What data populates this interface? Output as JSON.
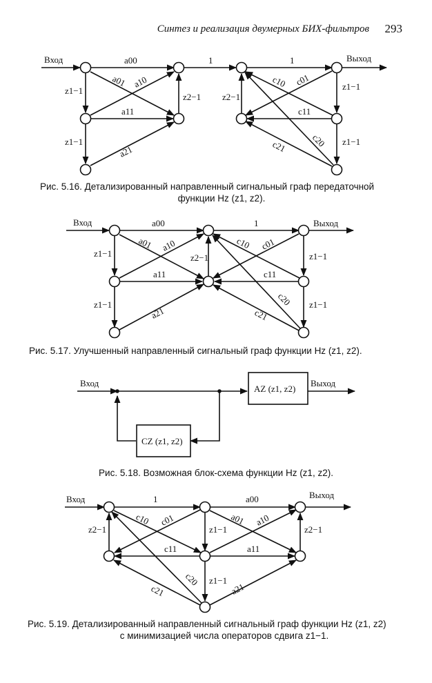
{
  "header": {
    "running_head": "Синтез и реализация двумерных БИХ-фильтров",
    "page_number": "293"
  },
  "labels": {
    "input": "Вход",
    "output": "Выход",
    "one": "1",
    "a00": "a00",
    "a01": "a01",
    "a10": "a10",
    "a11": "a11",
    "a21": "a21",
    "c01": "c01",
    "c10": "c10",
    "c11": "c11",
    "c20": "c20",
    "c21": "c21",
    "z1inv": "z1−1",
    "z2inv": "z2−1",
    "block_A": "AZ (z1, z2)",
    "block_C": "CZ (z1, z2)"
  },
  "captions": {
    "fig516_line1": "Рис. 5.16. Детализированный направленный сигнальный граф передаточной",
    "fig516_line2": "функции Hz (z1, z2).",
    "fig517": "Рис. 5.17. Улучшенный направленный сигнальный граф функции Hz (z1, z2).",
    "fig518": "Рис. 5.18. Возможная блок-схема функции Hz (z1, z2).",
    "fig519_line1": "Рис. 5.19. Детализированный направленный сигнальный граф функции Hz (z1, z2)",
    "fig519_line2": "с минимизацией числа операторов сдвига z1−1."
  }
}
